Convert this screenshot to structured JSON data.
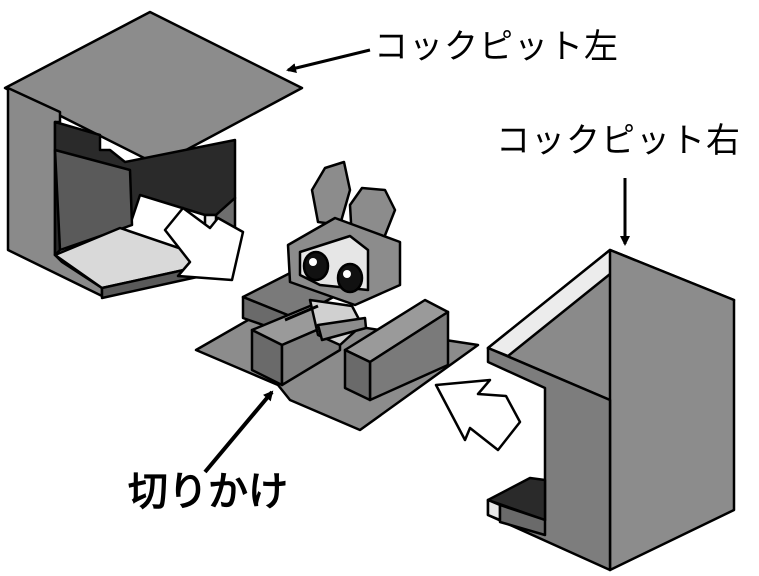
{
  "labels": {
    "cockpit_left": "コックピット左",
    "cockpit_right": "コックピット右",
    "notch": "切りかけ"
  },
  "colors": {
    "panel_gray": "#8c8c8c",
    "panel_dark": "#6e6e6e",
    "shadow": "#2a2a2a",
    "highlight": "#e6e6e6",
    "outline": "#000000"
  }
}
